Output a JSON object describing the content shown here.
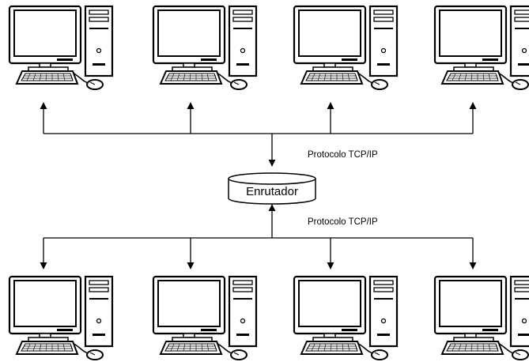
{
  "router": {
    "label": "Enrutador"
  },
  "links": {
    "top_protocol": "Protocolo TCP/IP",
    "bottom_protocol": "Protocolo TCP/IP"
  },
  "computers": {
    "top_count": 4,
    "bottom_count": 4,
    "icon": "desktop-computer-icon"
  }
}
